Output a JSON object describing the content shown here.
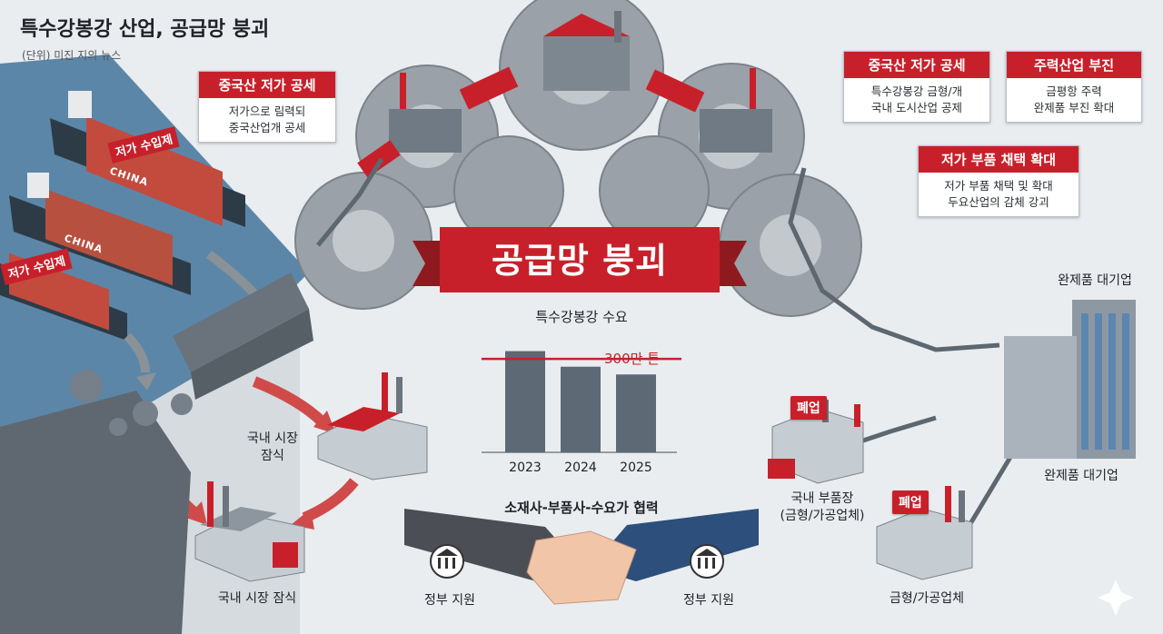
{
  "header": {
    "title": "특수강봉강 산업, 공급망 붕괴",
    "subtitle": "(단위) 미진 지의 뉴스"
  },
  "banner": {
    "text": "공급망 붕괴"
  },
  "callouts": [
    {
      "head": "중국산 저가 공세",
      "line1": "저가으로 림력되",
      "line2": "중국산업개 공세"
    },
    {
      "head": "중국산 저가 공세",
      "line1": "특수강봉강 금형/개",
      "line2": "국내 도시산업 공제"
    },
    {
      "head": "주력산업 부진",
      "line1": "금평항 주력",
      "line2": "완제품 부진 확대"
    },
    {
      "head": "저가 부품 채택 확대",
      "line1": "저가 부품 채택 및 확대",
      "line2": "두요산업의 감체 강괴"
    }
  ],
  "ship_tags": [
    "저가 수입제",
    "저가 수입제"
  ],
  "ship_names": [
    "CHINA",
    "CHINA"
  ],
  "labels": {
    "domestic_market_1_line1": "국내 시장",
    "domestic_market_1_line2": "잠식",
    "domestic_market_2": "국내 시장 잠식",
    "handshake_title": "소재사-부품사-수요가 협력",
    "gov_support_left": "정부 지원",
    "gov_support_right": "정부 지원",
    "big_company_top": "완제품 대기업",
    "big_company_mid": "완제품 대기업",
    "parts_line1": "국내 부품장",
    "parts_line2": "(금형/가공업체)",
    "mold_bottom": "금형/가공업체"
  },
  "closed_tags": [
    "폐업",
    "폐업"
  ],
  "colors": {
    "accent_red": "#c8202a",
    "sea_blue": "#5b86a8",
    "bar_gray": "#5d6974",
    "gear_gray": "#9aa1a8"
  },
  "chart_data": {
    "type": "bar",
    "title": "특수강봉강 수요",
    "categories": [
      "2023",
      "2024",
      "2025"
    ],
    "values": [
      390,
      330,
      300
    ],
    "reference_line": {
      "value": 360,
      "label": "300만 톤"
    },
    "ylim": [
      0,
      420
    ],
    "grid": false
  }
}
